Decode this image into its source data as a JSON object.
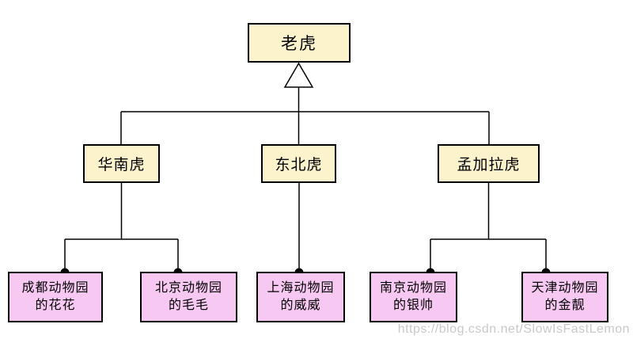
{
  "diagram": {
    "title_hint": "tiger-inheritance-diagram",
    "root": {
      "label": "老虎"
    },
    "subclasses": [
      {
        "label": "华南虎"
      },
      {
        "label": "东北虎"
      },
      {
        "label": "孟加拉虎"
      }
    ],
    "instances": [
      {
        "line1": "成都动物园",
        "line2": "的花花",
        "parent": "华南虎"
      },
      {
        "line1": "北京动物园",
        "line2": "的毛毛",
        "parent": "华南虎"
      },
      {
        "line1": "上海动物园",
        "line2": "的威威",
        "parent": "东北虎"
      },
      {
        "line1": "南京动物园",
        "line2": "的银帅",
        "parent": "孟加拉虎"
      },
      {
        "line1": "天津动物园",
        "line2": "的金靓",
        "parent": "孟加拉虎"
      }
    ],
    "watermark": "https://blog.csdn.net/SlowIsFastLemon",
    "colors": {
      "class_fill": "#FCF2CC",
      "instance_fill": "#F7C8F2",
      "line": "#000000",
      "watermark": "#C9C9C9"
    }
  }
}
